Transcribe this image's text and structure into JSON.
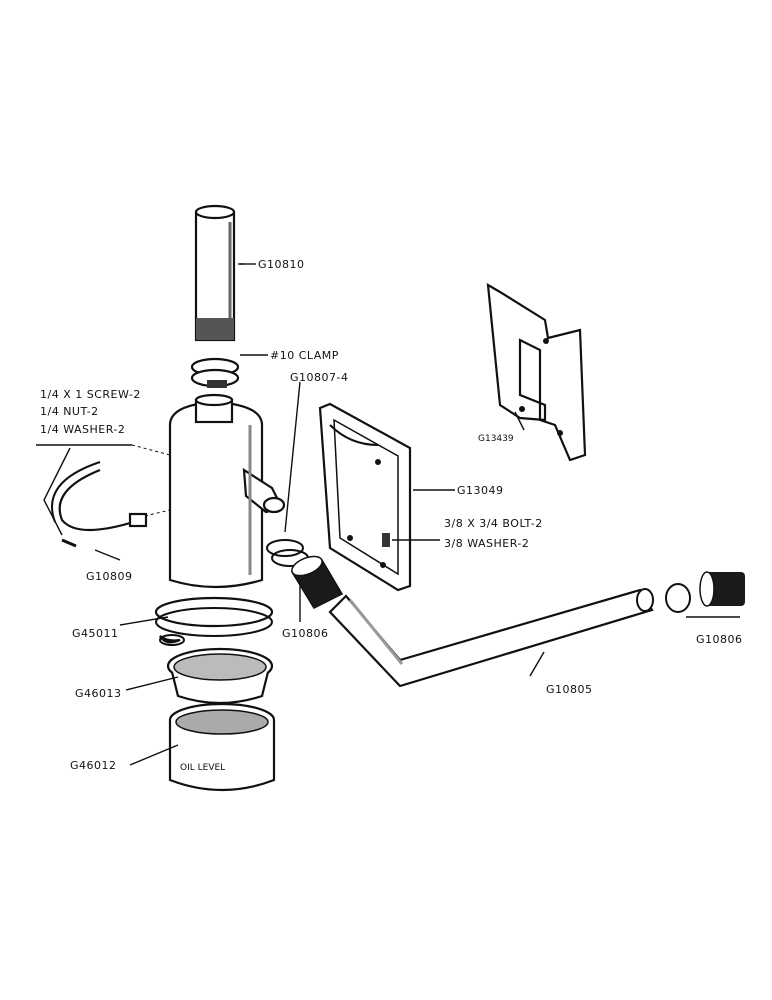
{
  "labels": {
    "g10810": "G10810",
    "clamp": "#10 CLAMP",
    "g10807": "G10807-4",
    "g13439": "G13439",
    "g13049": "G13049",
    "bolt": "3/8 X 3/4 BOLT-2",
    "washer_r": "3/8 WASHER-2",
    "screw": "1/4 X 1 SCREW-2",
    "nut": "1/4 NUT-2",
    "washer_l": "1/4 WASHER-2",
    "g10809": "G10809",
    "g45011": "G45011",
    "g10806a": "G10806",
    "g10806b": "G10806",
    "g46013": "G46013",
    "g10805": "G10805",
    "g46012": "G46012",
    "oil_level": "OIL LEVEL"
  }
}
